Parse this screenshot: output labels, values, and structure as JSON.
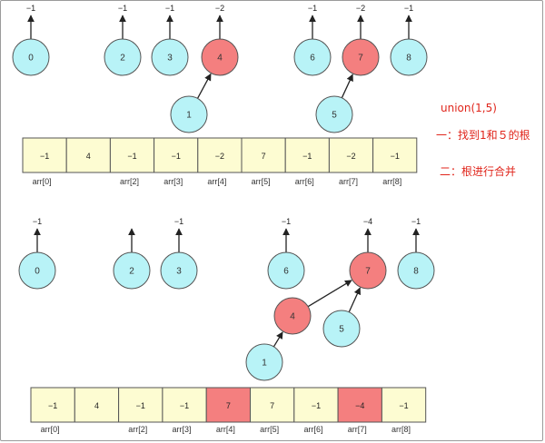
{
  "annotation": {
    "title": "union(1,5)",
    "step1": "一：找到1和５的根",
    "step2": "二：根进行合并"
  },
  "before": {
    "nodes": [
      {
        "label": "0",
        "root": false,
        "root_value": "−1"
      },
      {
        "label": "2",
        "root": false,
        "root_value": "−1"
      },
      {
        "label": "3",
        "root": false,
        "root_value": "−1"
      },
      {
        "label": "4",
        "root": true,
        "root_value": "−2"
      },
      {
        "label": "6",
        "root": false,
        "root_value": "−1"
      },
      {
        "label": "7",
        "root": true,
        "root_value": "−2"
      },
      {
        "label": "8",
        "root": false,
        "root_value": "−1"
      },
      {
        "label": "1",
        "root": false,
        "root_value": ""
      },
      {
        "label": "5",
        "root": false,
        "root_value": ""
      }
    ],
    "edges": [
      {
        "from": "1",
        "to": "4"
      },
      {
        "from": "5",
        "to": "7"
      }
    ],
    "array": {
      "values": [
        "−1",
        "4",
        "−1",
        "−1",
        "−2",
        "7",
        "−1",
        "−2",
        "−1"
      ],
      "highlight": [
        false,
        false,
        false,
        false,
        false,
        false,
        false,
        false,
        false
      ],
      "index_labels": [
        "arr[0]",
        "",
        "arr[2]",
        "arr[3]",
        "arr[4]",
        "arr[5]",
        "arr[6]",
        "arr[7]",
        "arr[8]"
      ]
    }
  },
  "after": {
    "nodes": [
      {
        "label": "0",
        "root": false,
        "root_value": "−1"
      },
      {
        "label": "2",
        "root": false,
        "root_value": ""
      },
      {
        "label": "3",
        "root": false,
        "root_value": "−1"
      },
      {
        "label": "6",
        "root": false,
        "root_value": "−1"
      },
      {
        "label": "7",
        "root": true,
        "root_value": "−4"
      },
      {
        "label": "8",
        "root": false,
        "root_value": "−1"
      },
      {
        "label": "4",
        "root": true,
        "root_value": ""
      },
      {
        "label": "5",
        "root": false,
        "root_value": ""
      },
      {
        "label": "1",
        "root": false,
        "root_value": ""
      }
    ],
    "edges": [
      {
        "from": "4",
        "to": "7"
      },
      {
        "from": "5",
        "to": "7"
      },
      {
        "from": "1",
        "to": "4"
      }
    ],
    "array": {
      "values": [
        "−1",
        "4",
        "−1",
        "−1",
        "7",
        "7",
        "−1",
        "−4",
        "−1"
      ],
      "highlight": [
        false,
        false,
        false,
        false,
        true,
        false,
        false,
        true,
        false
      ],
      "index_labels": [
        "arr[0]",
        "",
        "arr[2]",
        "arr[3]",
        "arr[4]",
        "arr[5]",
        "arr[6]",
        "arr[7]",
        "arr[8]"
      ]
    }
  },
  "colors": {
    "node_fill": "#b8f3f7",
    "root_fill": "#f47f7f",
    "cell_fill": "#fdfcd2",
    "cell_highlight": "#f47f7f",
    "note_text": "#e0251b"
  }
}
